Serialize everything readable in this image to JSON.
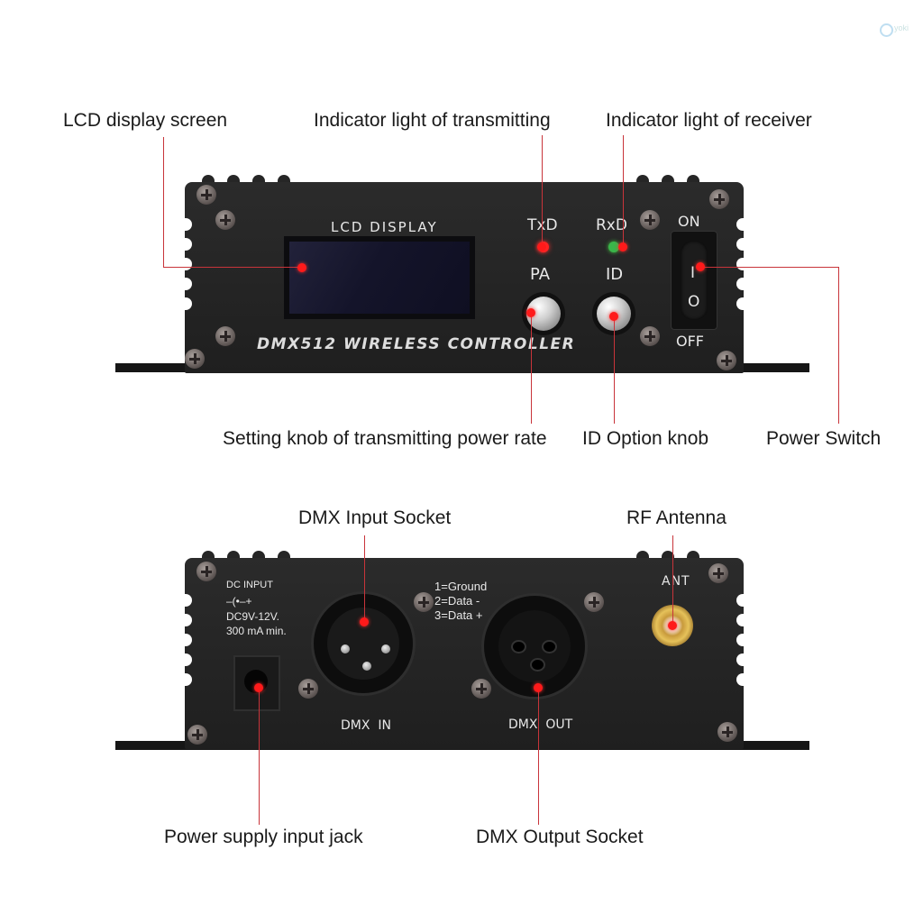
{
  "watermark": {
    "icon": "logo-badge-icon",
    "text": "yoki"
  },
  "front_view": {
    "panel": {
      "lcd_label": "LCD DISPLAY",
      "brand_text": "DMX512 WIRELESS CONTROLLER",
      "txd_label": "TxD",
      "rxd_label": "RxD",
      "pa_label": "PA",
      "id_label": "ID",
      "switch_on_label": "ON",
      "switch_off_label": "OFF",
      "switch_on_symbol": "I",
      "switch_off_symbol": "O",
      "txd_led_color": "#ff2020",
      "rxd_led_color": "#3ab54a"
    },
    "callouts": {
      "lcd": "LCD display screen",
      "txd": "Indicator light of transmitting",
      "rxd": "Indicator light of receiver",
      "pa_knob": "Setting knob of transmitting power rate",
      "id_knob": "ID Option knob",
      "power_switch": "Power Switch"
    }
  },
  "back_view": {
    "panel": {
      "dc_input_title": "DC INPUT",
      "dc_polarity": "–(•–+",
      "dc_voltage": "DC9V-12V.",
      "dc_current": "300 mA min.",
      "pinout_1": "1=Ground",
      "pinout_2": "2=Data -",
      "pinout_3": "3=Data +",
      "dmx_in_label": "DMX  IN",
      "dmx_out_label": "DMX  OUT",
      "ant_label": "ANT"
    },
    "callouts": {
      "dmx_in": "DMX Input Socket",
      "antenna": "RF Antenna",
      "power_jack": "Power supply input jack",
      "dmx_out": "DMX Output Socket"
    }
  },
  "colors": {
    "callout_line": "#c8343a",
    "marker_dot": "#ff1a1a",
    "panel": "#232323"
  }
}
